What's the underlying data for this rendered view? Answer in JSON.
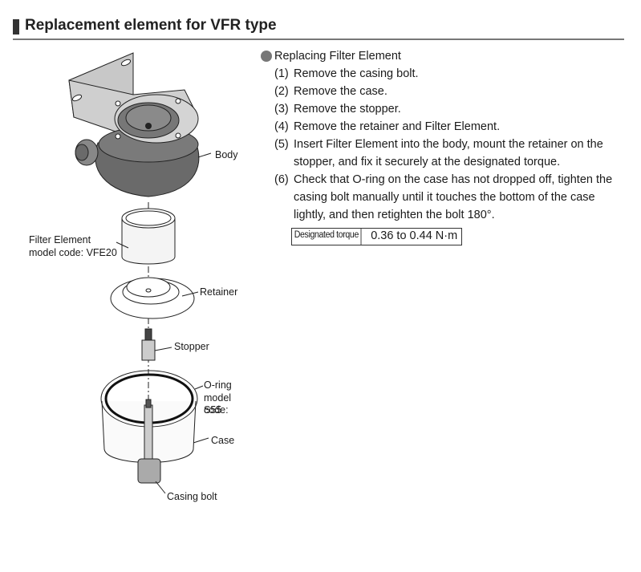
{
  "header": {
    "title": "Replacement element for VFR type"
  },
  "procedure": {
    "heading": "Replacing Filter Element",
    "steps": [
      {
        "num": "(1)",
        "text": "Remove the casing bolt."
      },
      {
        "num": "(2)",
        "text": "Remove the case."
      },
      {
        "num": "(3)",
        "text": "Remove the stopper."
      },
      {
        "num": "(4)",
        "text": "Remove the retainer and Filter Element."
      },
      {
        "num": "(5)",
        "text": "Insert Filter Element into the body, mount the retainer on the stopper, and fix it securely at the designated torque."
      },
      {
        "num": "(6)",
        "text": "Check that O-ring on the case has not dropped off, tighten the casing bolt manually until it touches the bottom of the case lightly, and then retighten the bolt 180°."
      }
    ],
    "torque": {
      "label": "Designated torque",
      "value": "0.36 to 0.44 N·m"
    }
  },
  "diagram": {
    "labels": {
      "body": "Body",
      "filter_element_line1": "Filter Element",
      "filter_element_line2": "model code: VFE20",
      "retainer": "Retainer",
      "stopper": "Stopper",
      "oring_line1": "O-ring",
      "oring_line2": "model code:",
      "oring_line3": "S55",
      "case": "Case",
      "casing_bolt": "Casing bolt"
    }
  }
}
